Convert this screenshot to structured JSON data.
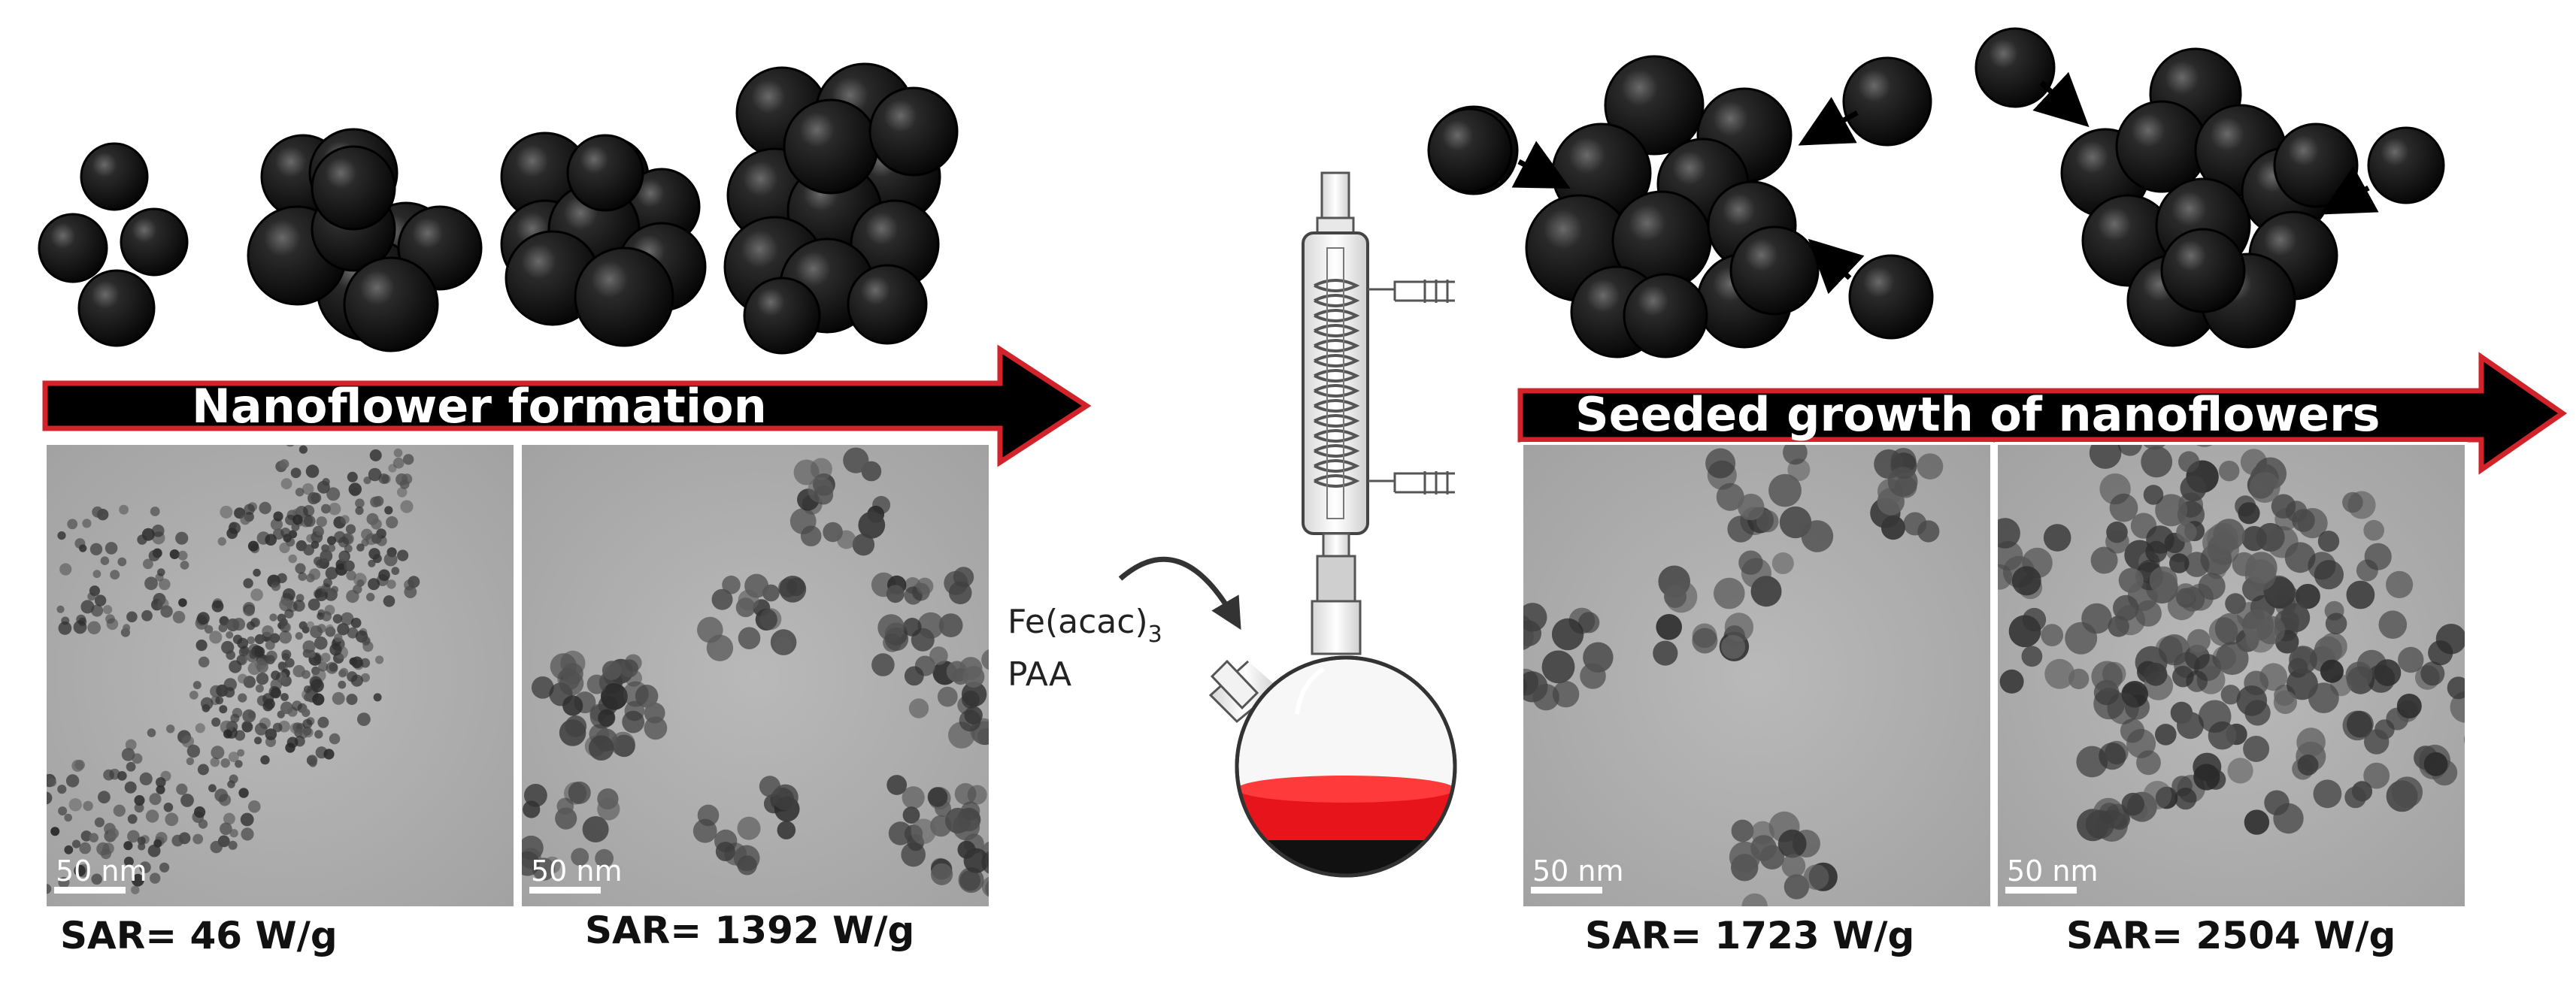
{
  "left_arrow": {
    "label": "Nanoflower formation"
  },
  "right_arrow": {
    "label": "Seeded growth of nanoflowers"
  },
  "reagents": {
    "line1": "Fe(acac)",
    "line1_sub": "3",
    "line2": "PAA"
  },
  "panels": [
    {
      "scale": "50 nm",
      "sar": "SAR= 46 W/g"
    },
    {
      "scale": "50 nm",
      "sar": "SAR= 1392 W/g"
    },
    {
      "scale": "50 nm",
      "sar": "SAR= 1723 W/g"
    },
    {
      "scale": "50 nm",
      "sar": "SAR= 2504 W/g"
    }
  ],
  "colors": {
    "arrow_fill": "#000000",
    "arrow_outline": "#d2232a",
    "solution": "#e8141b",
    "sediment": "#111111"
  }
}
